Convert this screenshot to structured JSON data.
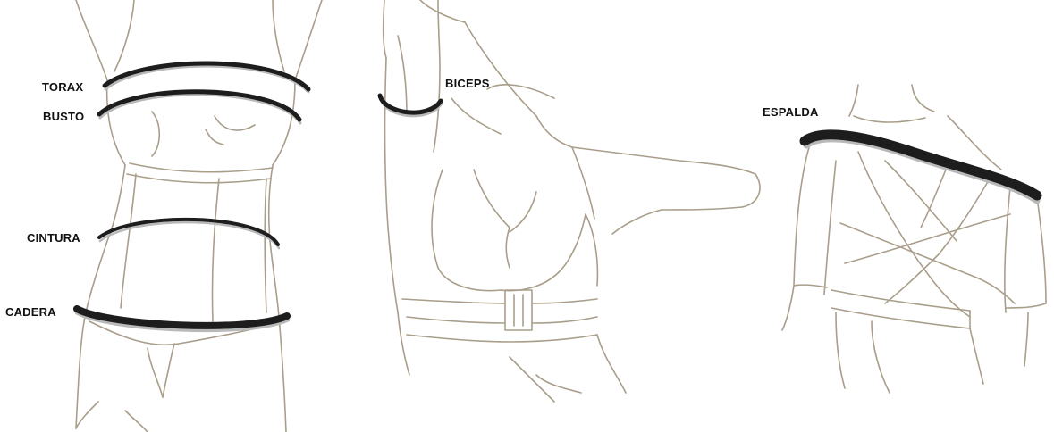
{
  "colors": {
    "outline": "#a99e8a",
    "band": "#1d1d1d",
    "band_shadow": "#b9b9b9",
    "label": "#111111"
  },
  "labels": {
    "torax": "TORAX",
    "busto": "BUSTO",
    "cintura": "CINTURA",
    "cadera": "CADERA",
    "biceps": "BICEPS",
    "espalda": "ESPALDA"
  }
}
